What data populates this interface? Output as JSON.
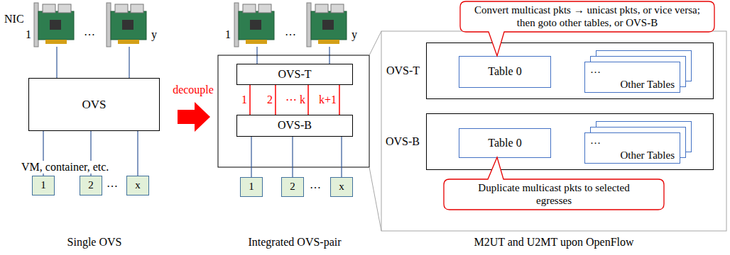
{
  "diagram": {
    "nodes": [
      {
        "text": [
          "OVS"
        ]
      },
      {
        "text": [
          "1"
        ]
      },
      {
        "text": [
          "2"
        ]
      },
      {
        "text": [
          "x"
        ]
      },
      {
        "text": [
          "OVS-T"
        ]
      },
      {
        "text": [
          "OVS-B"
        ]
      },
      {
        "text": [
          "1"
        ]
      },
      {
        "text": [
          "2"
        ]
      },
      {
        "text": [
          "x"
        ]
      },
      {
        "text": [
          "Convert multicast pkts → unicast pkts, or vice versa; then goto other tables, or OVS-B"
        ]
      },
      {
        "text": [
          "OVS-T"
        ]
      },
      {
        "text": [
          "Table 0"
        ],
        "in": 10
      },
      {
        "text": [
          "…",
          "Other Tables"
        ],
        "in": 10
      },
      {
        "text": [
          "OVS-B"
        ]
      },
      {
        "text": [
          "Table 0"
        ],
        "in": 13
      },
      {
        "text": [
          "…",
          "Other Tables"
        ],
        "in": 13
      },
      {
        "text": [
          "Duplicate multicast pkts to selected egresses"
        ]
      }
    ],
    "edges": [
      {
        "from": 0,
        "to": 1,
        "arrow": "none"
      },
      {
        "from": 0,
        "to": 2,
        "arrow": "none"
      },
      {
        "from": 0,
        "to": 3,
        "arrow": "none"
      },
      {
        "from": 4,
        "to": 5,
        "label": "1",
        "arrow": "none"
      },
      {
        "from": 4,
        "to": 5,
        "label": "2",
        "arrow": "none"
      },
      {
        "from": 4,
        "to": 5,
        "label": "⋯ k",
        "arrow": "none"
      },
      {
        "from": 4,
        "to": 5,
        "label": "k+1",
        "arrow": "none"
      },
      {
        "from": 5,
        "to": 6,
        "arrow": "none"
      },
      {
        "from": 5,
        "to": 7,
        "arrow": "none"
      },
      {
        "from": 5,
        "to": 8,
        "arrow": "none"
      }
    ],
    "labels": [
      "NIC",
      "1",
      "…",
      "y",
      "VM, container, etc.",
      "…",
      "Single OVS",
      "decouple",
      "1",
      "…",
      "y",
      "…",
      "Integrated OVS-pair",
      "M2UT and U2MT upon OpenFlow"
    ]
  }
}
